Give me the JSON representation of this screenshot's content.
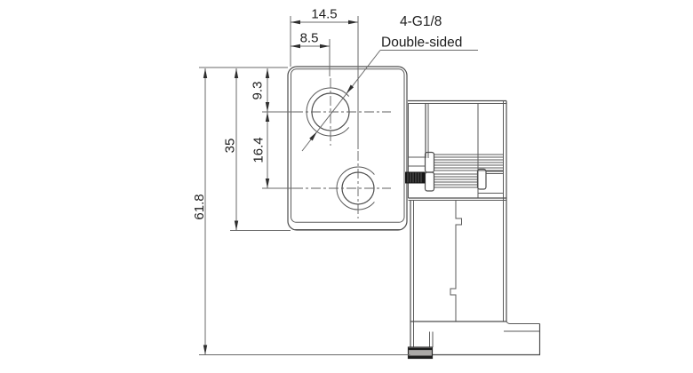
{
  "drawing": {
    "callout": {
      "thread_spec": "4-G1/8",
      "note": "Double-sided"
    },
    "dimensions": {
      "port2_offset_x": "14.5",
      "port1_offset_x": "8.5",
      "port1_offset_y": "9.3",
      "port_spacing_y": "16.4",
      "body_height": "35",
      "overall_height": "61.8"
    },
    "colors": {
      "line": "#4d4d4d",
      "dimension_line": "#6a6a6a",
      "text": "#1e1e1e",
      "thread_fill": "#161616",
      "background": "#ffffff"
    }
  }
}
